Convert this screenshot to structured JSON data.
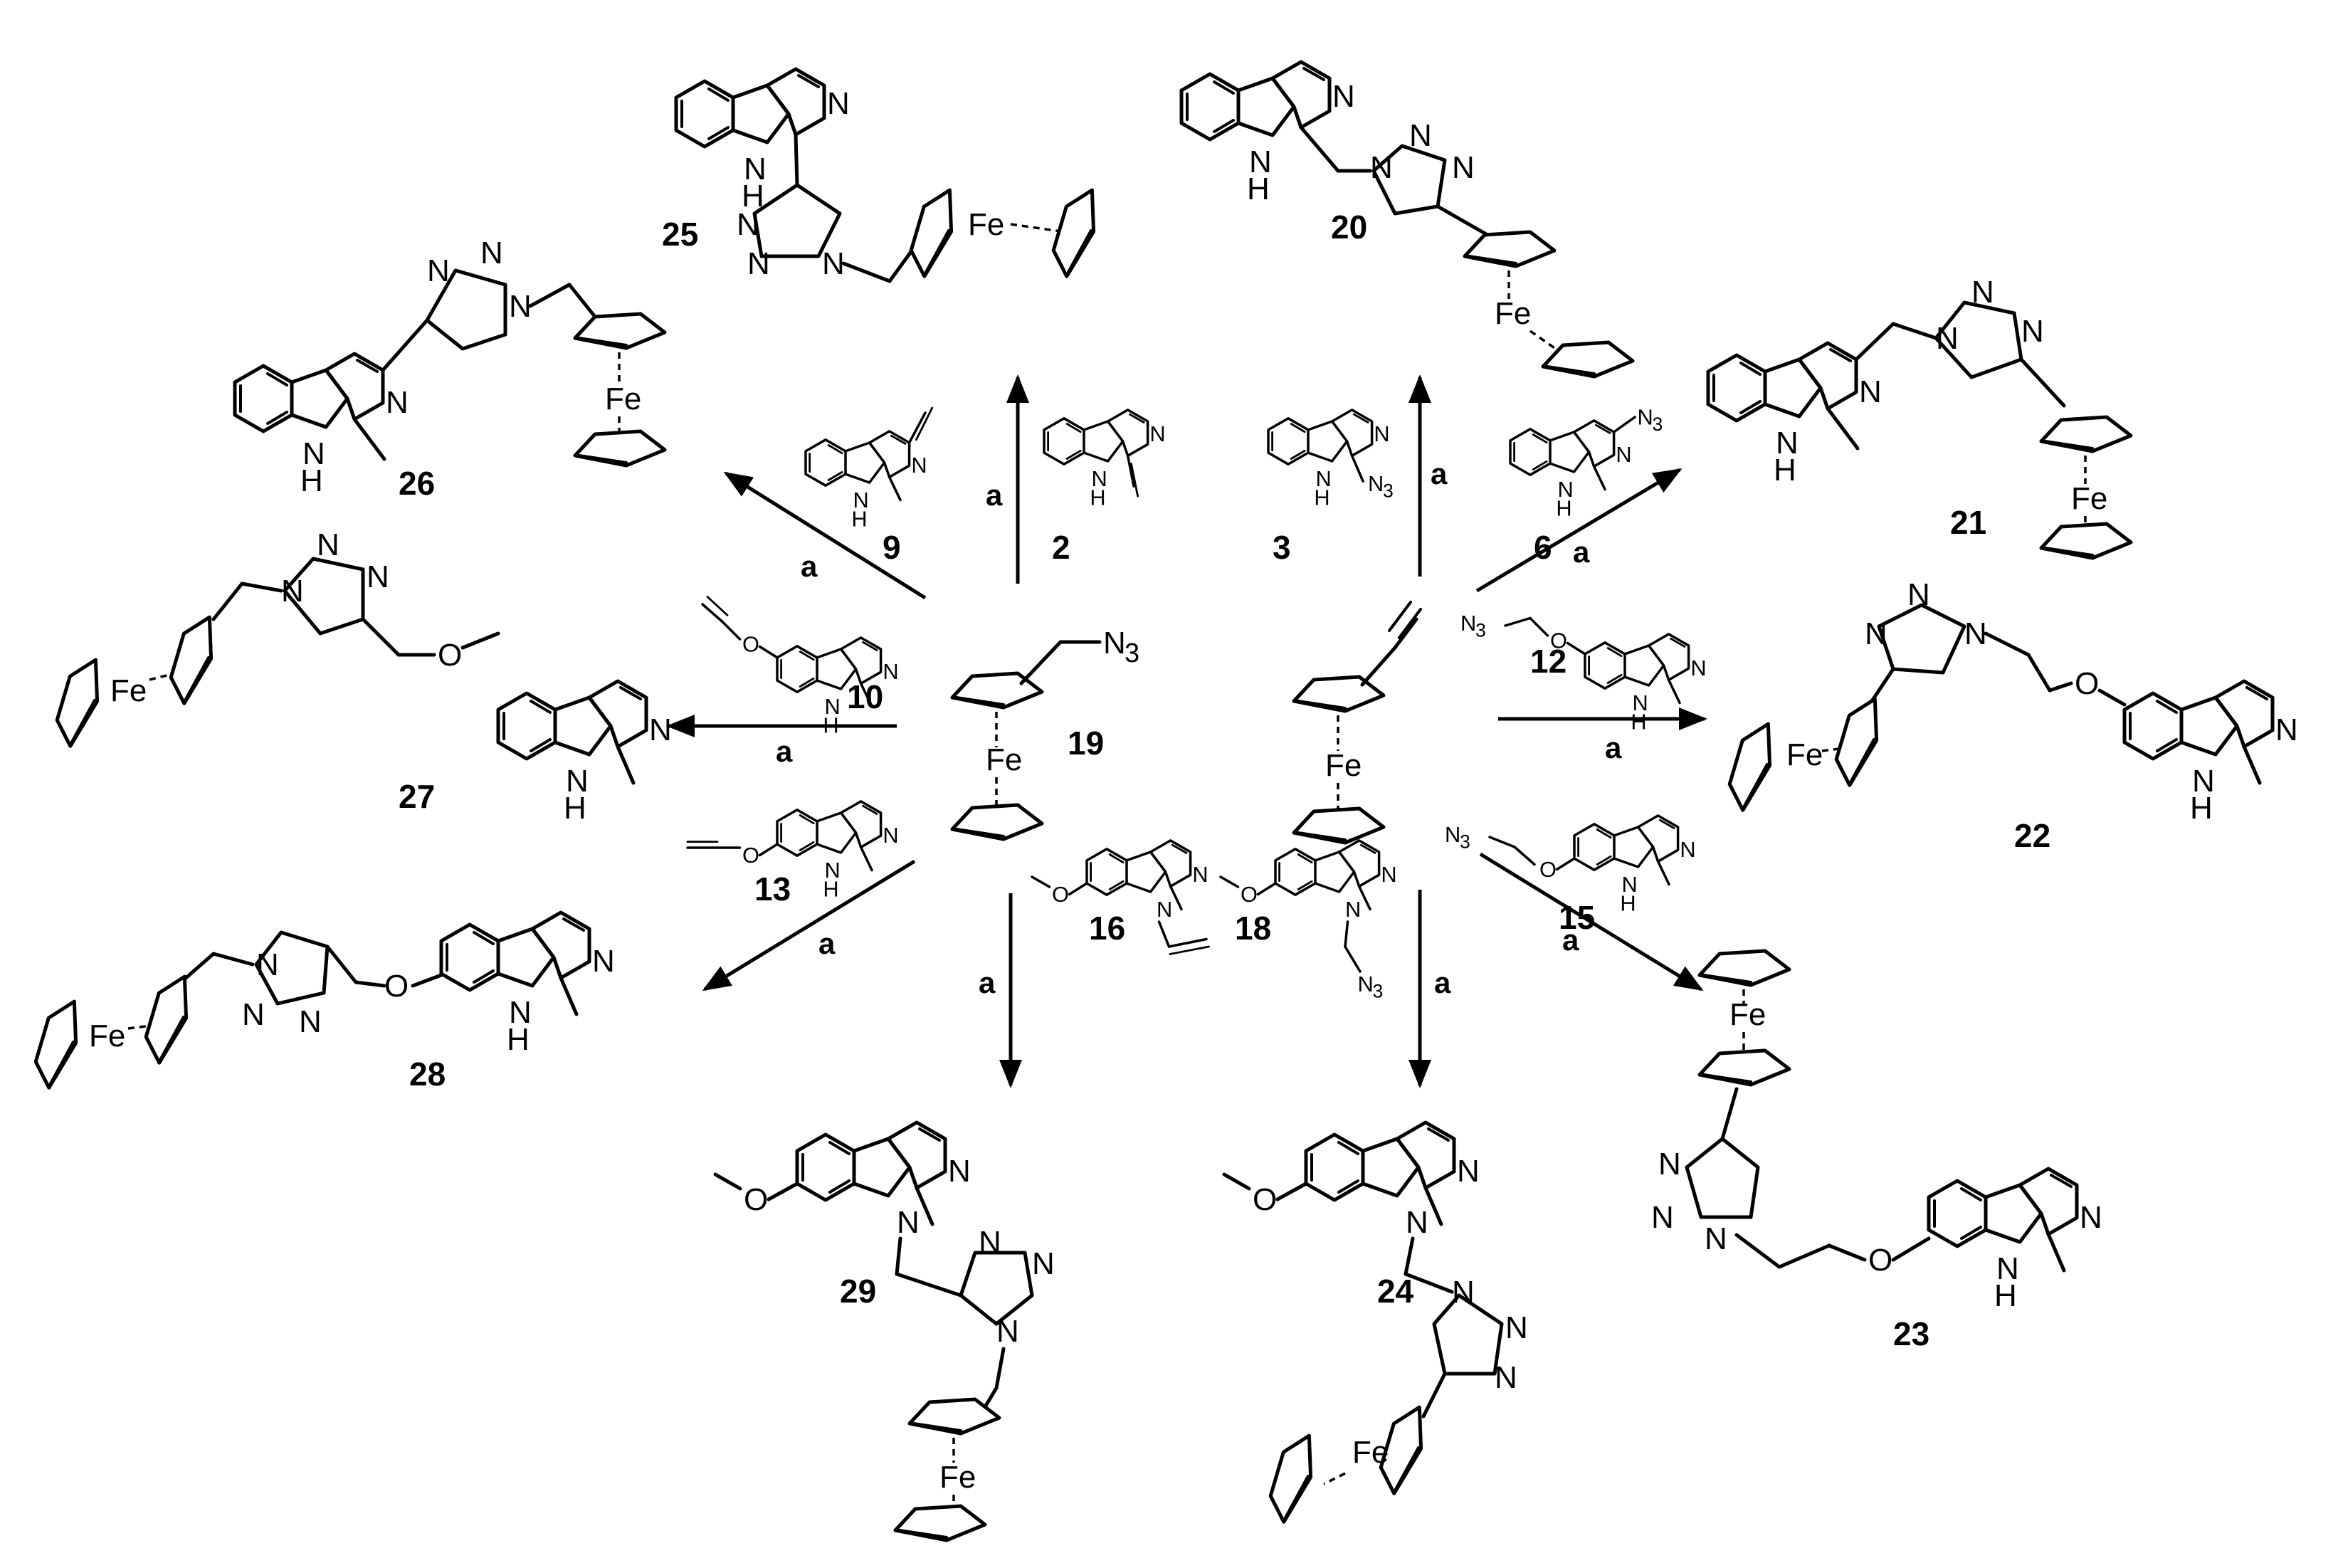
{
  "atoms": {
    "N": "N",
    "NH": "NH",
    "H": "H",
    "O": "O",
    "Fe": "Fe",
    "N3": "N",
    "N3_sub": "3"
  },
  "reagent_label": "a",
  "compounds": {
    "c19": "19",
    "c2": "2",
    "c3": "3",
    "c6": "6",
    "c9": "9",
    "c10": "10",
    "c12": "12",
    "c13": "13",
    "c15": "15",
    "c16": "16",
    "c18": "18",
    "c20": "20",
    "c21": "21",
    "c22": "22",
    "c23": "23",
    "c24": "24",
    "c25": "25",
    "c26": "26",
    "c27": "27",
    "c28": "28",
    "c29": "29"
  }
}
